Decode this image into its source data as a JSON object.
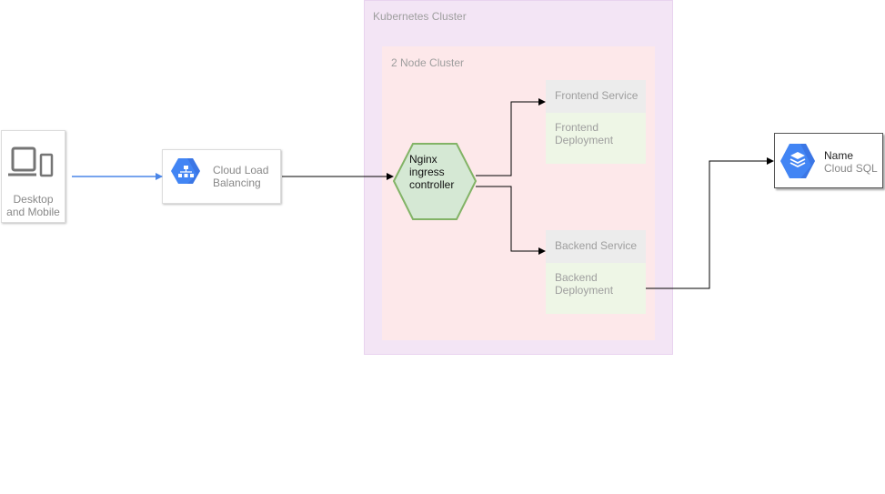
{
  "kubernetes_cluster": {
    "title": "Kubernetes Cluster"
  },
  "node_cluster": {
    "title": "2 Node Cluster"
  },
  "desktop": {
    "line1": "Desktop",
    "line2": "and Mobile",
    "icon": "devices-icon"
  },
  "load_balancer": {
    "line1": "Cloud Load",
    "line2": "Balancing",
    "icon": "load-balancer-icon"
  },
  "nginx": {
    "line1": "Nginx",
    "line2": "ingress",
    "line3": "controller"
  },
  "frontend": {
    "service": "Frontend Service",
    "deployment_line1": "Frontend",
    "deployment_line2": "Deployment"
  },
  "backend": {
    "service": "Backend Service",
    "deployment_line1": "Backend",
    "deployment_line2": "Deployment"
  },
  "cloud_sql": {
    "name": "Name",
    "product": "Cloud SQL",
    "icon": "cloud-sql-icon"
  },
  "colors": {
    "gcp_blue": "#4285f4",
    "edge_blue": "#4a86e8",
    "hex_fill": "#d5e8d4",
    "hex_stroke": "#82b366"
  }
}
